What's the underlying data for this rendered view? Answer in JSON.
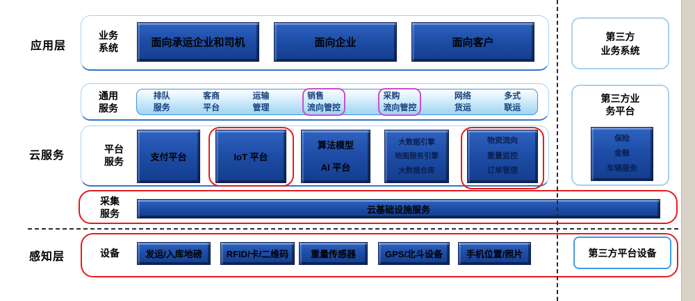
{
  "left_labels": {
    "app": "应用层",
    "cloud": "云服务",
    "perception": "感知层"
  },
  "app_row": {
    "label": "业务\n系统",
    "buttons": [
      "面向承运企业和司机",
      "面向企业",
      "面向客户"
    ]
  },
  "common_row": {
    "label": "通用\n服务",
    "items": [
      "排队\n服务",
      "客商\n平台",
      "运输\n管理",
      "销售\n流向管控",
      "采购\n流向管控",
      "网络\n货运",
      "多式\n联运"
    ]
  },
  "platform_row": {
    "label": "平台\n服务",
    "buttons": [
      "支付平台",
      "IoT 平台",
      "算法模型\nAI 平台",
      "大数据引擎\n地图服务引擎\n大数据仓库",
      "物资流向\n重量监控\n订单管理"
    ]
  },
  "collect_row": {
    "label": "采集\n服务",
    "bar": "云基础设施服务"
  },
  "device_row": {
    "label": "设备",
    "buttons": [
      "发运/入库地磅",
      "RFID/卡/二维码",
      "重量传感器",
      "GPS/北斗设备",
      "手机位置/照片"
    ]
  },
  "third_party": {
    "top_box": "第三方\n业务系统",
    "platform_title": "第三方业\n务平台",
    "platform_button": "保险\n金融\n车辆服务",
    "device_box": "第三方平台设备"
  },
  "colors": {
    "button_blue": "#1e4ea8",
    "panel_border": "#a8d0ee",
    "red_highlight": "#e31b1b",
    "pink_highlight": "#c74ecb",
    "bar_text_navy": "#16427f",
    "side_strip": "#d9d2c6"
  }
}
